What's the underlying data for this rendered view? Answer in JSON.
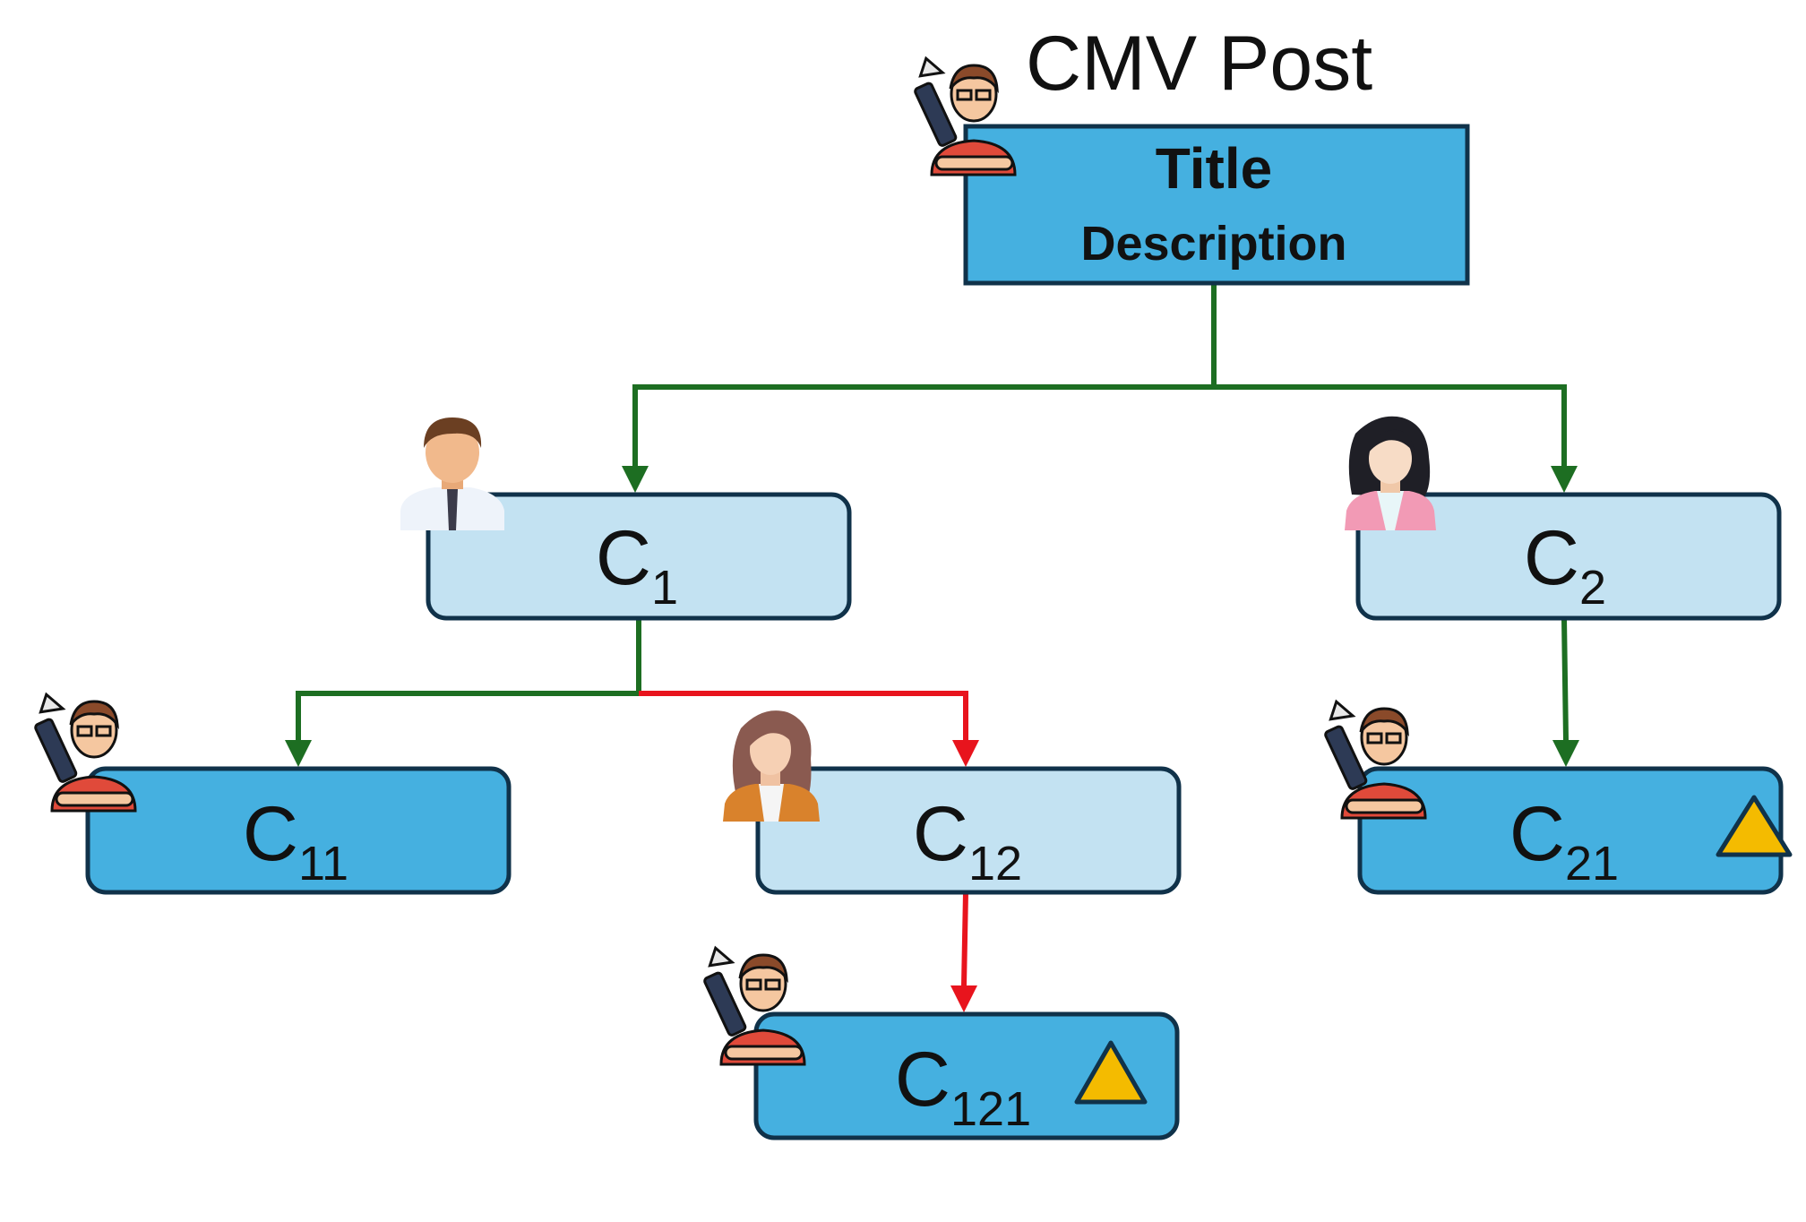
{
  "post_label": "CMV Post",
  "root": {
    "title": "Title",
    "description": "Description"
  },
  "colors": {
    "op_fill": "#45b0e0",
    "other_fill": "#c3e2f2",
    "border": "#10324a",
    "green_arrow": "#1d6e22",
    "red_arrow": "#e8141d",
    "triangle": "#f4bb00"
  },
  "nodes": [
    {
      "id": "c1",
      "base": "C",
      "sub": "1",
      "author": "man-avatar-icon",
      "op": false,
      "delta": false
    },
    {
      "id": "c2",
      "base": "C",
      "sub": "2",
      "author": "woman-avatar-icon",
      "op": false,
      "delta": false
    },
    {
      "id": "c11",
      "base": "C",
      "sub": "11",
      "author": "writer-avatar-icon",
      "op": true,
      "delta": false
    },
    {
      "id": "c12",
      "base": "C",
      "sub": "12",
      "author": "woman-avatar-alt-icon",
      "op": false,
      "delta": false
    },
    {
      "id": "c21",
      "base": "C",
      "sub": "21",
      "author": "writer-avatar-icon",
      "op": true,
      "delta": true
    },
    {
      "id": "c121",
      "base": "C",
      "sub": "121",
      "author": "writer-avatar-icon",
      "op": true,
      "delta": true
    }
  ],
  "edges": [
    {
      "from": "root",
      "to": "c1",
      "color": "green"
    },
    {
      "from": "root",
      "to": "c2",
      "color": "green"
    },
    {
      "from": "c1",
      "to": "c11",
      "color": "green"
    },
    {
      "from": "c1",
      "to": "c12",
      "color": "red"
    },
    {
      "from": "c2",
      "to": "c21",
      "color": "green"
    },
    {
      "from": "c12",
      "to": "c121",
      "color": "red"
    }
  ]
}
